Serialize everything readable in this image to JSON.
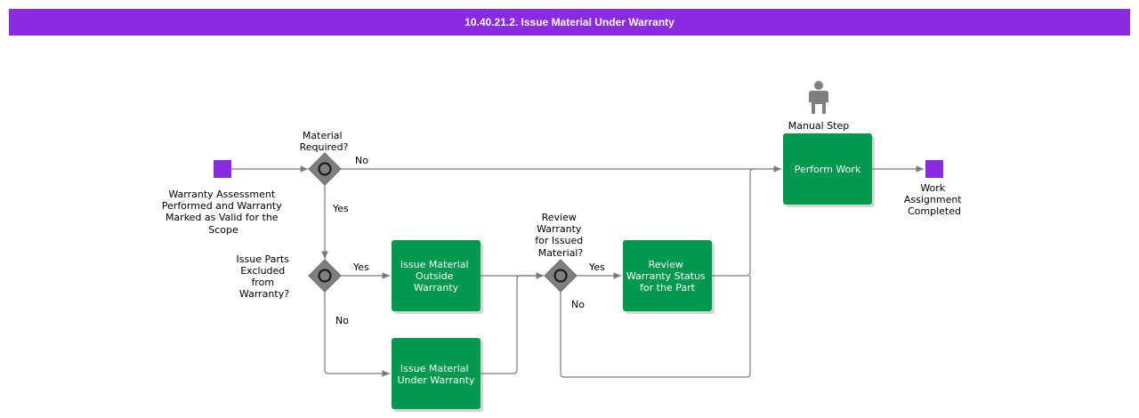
{
  "title": "10.40.21.2. Issue Material Under Warranty",
  "colors": {
    "header": "#8a2be2",
    "event": "#8a2be2",
    "task": "#00994d",
    "gateway": "#7f7f7f"
  },
  "events": {
    "start": [
      "Warranty Assessment",
      "Performed and Warranty",
      "Marked as Valid for the",
      "Scope"
    ],
    "end": [
      "Work",
      "Assignment",
      "Completed"
    ]
  },
  "gateways": {
    "material_required": [
      "Material",
      "Required?"
    ],
    "issue_parts_excluded": [
      "Issue Parts",
      "Excluded",
      "from",
      "Warranty?"
    ],
    "review_warranty": [
      "Review",
      "Warranty",
      "for Issued",
      "Material?"
    ]
  },
  "tasks": {
    "issue_outside": [
      "Issue Material",
      "Outside",
      "Warranty"
    ],
    "issue_under": [
      "Issue Material",
      "Under Warranty"
    ],
    "review_status": [
      "Review",
      "Warranty Status",
      "for the Part"
    ],
    "perform_work": [
      "Perform Work"
    ]
  },
  "manual_step_label": "Manual Step",
  "manual_step_icon": "person-icon",
  "flow_labels": {
    "no_1": "No",
    "yes_1": "Yes",
    "yes_2": "Yes",
    "no_2": "No",
    "yes_3": "Yes",
    "no_3": "No"
  }
}
